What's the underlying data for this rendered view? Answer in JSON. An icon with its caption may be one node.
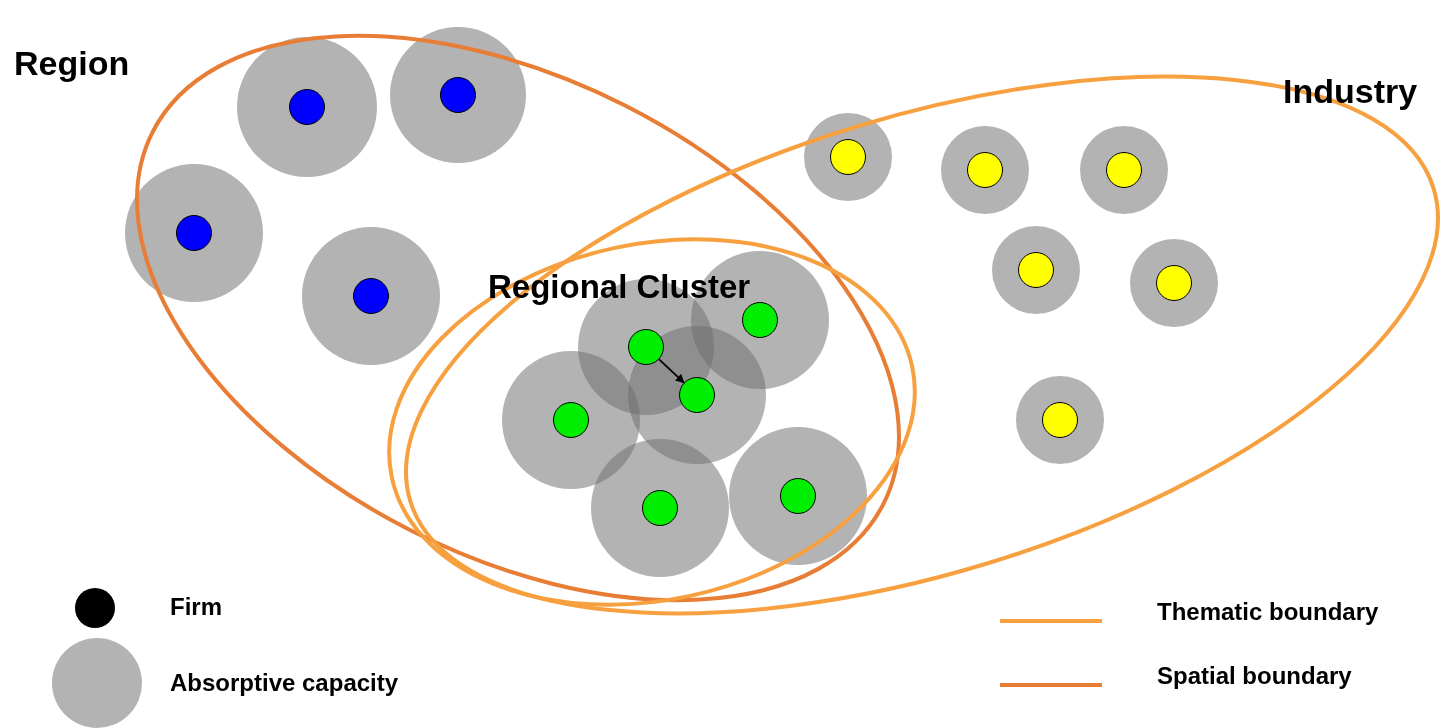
{
  "diagram": {
    "nodes": [
      {
        "text": [
          "Region"
        ]
      },
      {
        "text": [
          "Industry"
        ]
      },
      {
        "text": [
          "Regional Cluster"
        ]
      },
      {
        "text": [],
        "shape": "circle",
        "in": 0
      },
      {
        "text": [],
        "shape": "circle",
        "in": 0
      },
      {
        "text": [],
        "shape": "circle",
        "in": 0
      },
      {
        "text": [],
        "shape": "circle",
        "in": 0
      },
      {
        "text": [],
        "shape": "circle",
        "in": 1
      },
      {
        "text": [],
        "shape": "circle",
        "in": 1
      },
      {
        "text": [],
        "shape": "circle",
        "in": 1
      },
      {
        "text": [],
        "shape": "circle",
        "in": 1
      },
      {
        "text": [],
        "shape": "circle",
        "in": 1
      },
      {
        "text": [],
        "shape": "circle",
        "in": 1
      },
      {
        "text": [],
        "shape": "circle",
        "in": 2
      },
      {
        "text": [],
        "shape": "circle",
        "in": 2
      },
      {
        "text": [],
        "shape": "circle",
        "in": 2
      },
      {
        "text": [],
        "shape": "circle",
        "in": 2
      },
      {
        "text": [],
        "shape": "circle",
        "in": 2
      },
      {
        "text": [],
        "shape": "circle",
        "in": 2
      }
    ],
    "edges": [
      {
        "from": 13,
        "to": 16,
        "arrow": "to"
      }
    ],
    "legend": [
      {
        "text": "Firm",
        "color": "#000000"
      },
      {
        "text": "Absorptive capacity",
        "color": "#b3b3b3"
      },
      {
        "text": "Thematic boundary"
      },
      {
        "text": "Spatial boundary"
      }
    ]
  }
}
